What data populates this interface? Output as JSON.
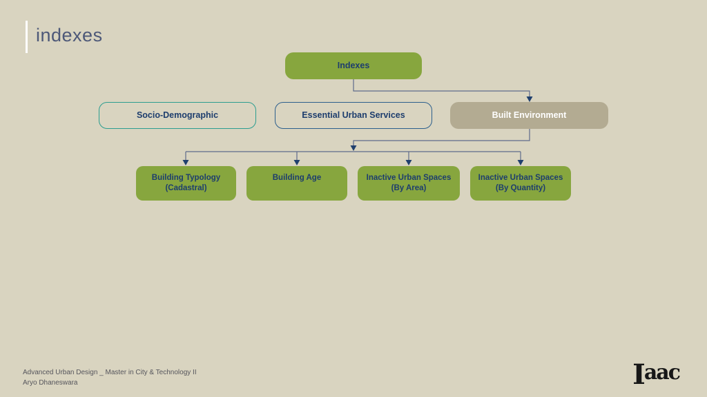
{
  "slide": {
    "title": "indexes",
    "footer": {
      "line1": "Advanced Urban Design _ Master in City & Technology II",
      "line2": "Aryo Dhaneswara"
    },
    "logo": {
      "initial": "I",
      "rest": "aac"
    }
  },
  "diagram": {
    "root": {
      "label": "Indexes"
    },
    "level2": [
      {
        "label": "Socio-Demographic",
        "style": "outline-teal"
      },
      {
        "label": "Essential Urban Services",
        "style": "outline-navy"
      },
      {
        "label": "Built Environment",
        "style": "filled-tan"
      }
    ],
    "level3": [
      {
        "line1": "Building Typology",
        "line2": "(Cadastral)"
      },
      {
        "line1": "Building Age",
        "line2": ""
      },
      {
        "line1": "Inactive Urban Spaces",
        "line2": "(By Area)"
      },
      {
        "line1": "Inactive Urban Spaces",
        "line2": "(By Quantity)"
      }
    ]
  },
  "colors": {
    "background": "#d9d4c0",
    "node_green": "#87a63e",
    "node_tan": "#b3ab92",
    "text_navy": "#1d3d6d",
    "text_white": "#ffffff",
    "border_teal": "#2a9d8f",
    "border_navy": "#2b5e8c",
    "connector_line": "#5e6b8b",
    "arrowhead": "#20406e",
    "title_text": "#4d5878",
    "footer_text": "#55555c",
    "accent_bar": "#ffffff",
    "logo_black": "#171717"
  }
}
